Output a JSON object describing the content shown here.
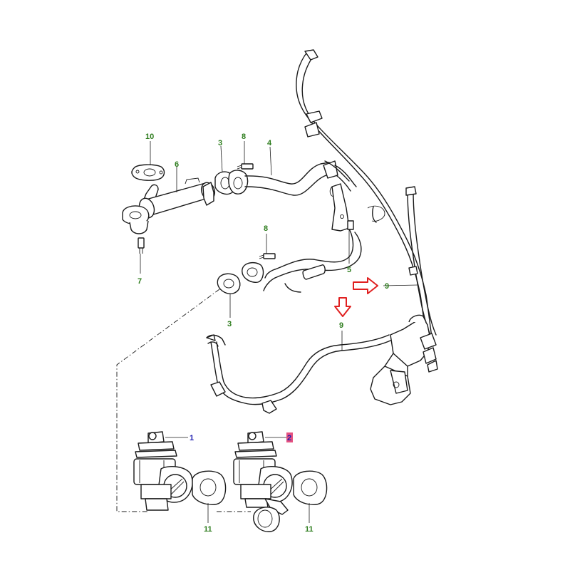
{
  "callouts": {
    "c10": "10",
    "c6": "6",
    "c3_top": "3",
    "c8_top": "8",
    "c4": "4",
    "c7": "7",
    "c8_mid": "8",
    "c5": "5",
    "c3_mid": "3",
    "c9_right": "9",
    "c9_down": "9",
    "c1": "1",
    "c2": "2",
    "c11_left": "11",
    "c11_right": "11"
  },
  "colors": {
    "callout_green": "#2e7d1e",
    "callout_blue": "#1f1fb0",
    "callout_highlight_text": "#1f1fb0",
    "callout_highlight_bg": "#e0336a",
    "arrow_red": "#e02020",
    "line": "#1a1a1a"
  },
  "icons": {
    "arrow_right": "red-outline-arrow-right-icon",
    "arrow_down": "red-outline-arrow-down-icon"
  }
}
